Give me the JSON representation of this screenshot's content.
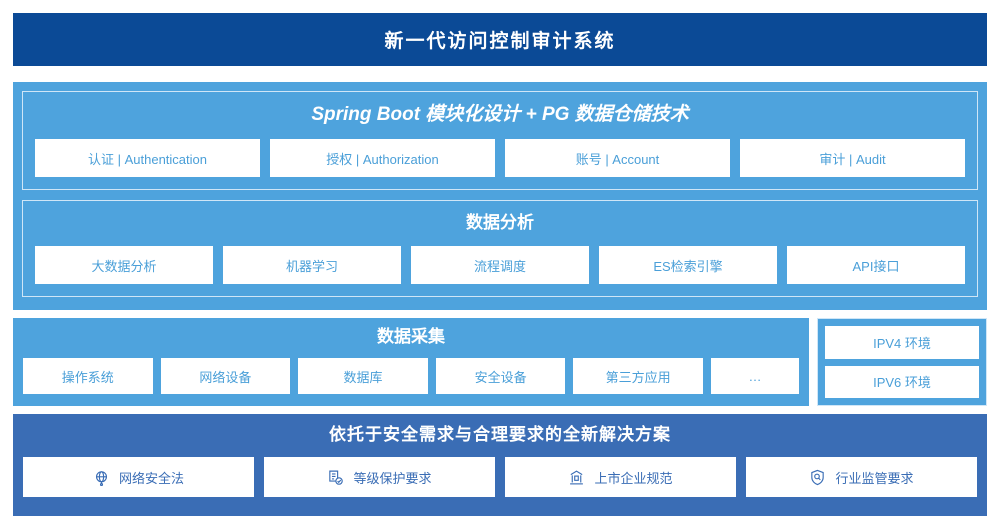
{
  "header": {
    "title": "新一代访问控制审计系统"
  },
  "platform": {
    "core": {
      "title": "Spring Boot 模块化设计 + PG 数据仓储技术",
      "cards": [
        "认证 | Authentication",
        "授权 | Authorization",
        "账号 | Account",
        "审计 | Audit"
      ]
    },
    "analysis": {
      "title": "数据分析",
      "cards": [
        "大数据分析",
        "机器学习",
        "流程调度",
        "ES检索引擎",
        "API接口"
      ]
    }
  },
  "collection": {
    "title": "数据采集",
    "cards": [
      "操作系统",
      "网络设备",
      "数据库",
      "安全设备",
      "第三方应用",
      "…"
    ],
    "environments": [
      "IPV4 环境",
      "IPV6 环境"
    ]
  },
  "compliance": {
    "title": "依托于安全需求与合理要求的全新解决方案",
    "cards": [
      {
        "label": "网络安全法",
        "icon": "globe-icon"
      },
      {
        "label": "等级保护要求",
        "icon": "document-check-icon"
      },
      {
        "label": "上市企业规范",
        "icon": "bank-icon"
      },
      {
        "label": "行业监管要求",
        "icon": "shield-search-icon"
      }
    ]
  },
  "colors": {
    "header_bg": "#0b4a96",
    "platform_bg": "#4ea3dd",
    "compliance_bg": "#3a6db5",
    "card_bg": "#ffffff",
    "card_text": "#4a9fd8",
    "compliance_card_text": "#3a6db5"
  }
}
